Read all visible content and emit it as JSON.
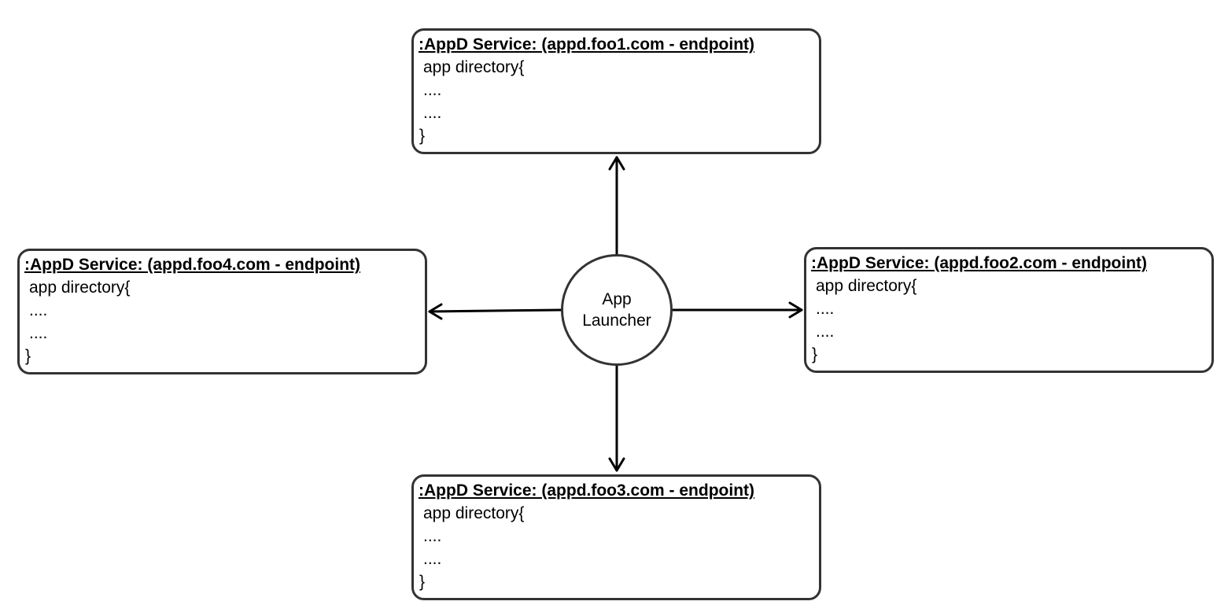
{
  "launcher": {
    "label": "App Launcher"
  },
  "services": {
    "top": {
      "title": ":AppD Service: (appd.foo1.com - endpoint)",
      "line1": "app directory{",
      "line2": "....",
      "line3": "....",
      "line4": "}"
    },
    "right": {
      "title": ":AppD Service: (appd.foo2.com - endpoint)",
      "line1": "app directory{",
      "line2": "....",
      "line3": "....",
      "line4": "}"
    },
    "bottom": {
      "title": ":AppD Service: (appd.foo3.com - endpoint)",
      "line1": "app directory{",
      "line2": "....",
      "line3": "....",
      "line4": "}"
    },
    "left": {
      "title": ":AppD Service: (appd.foo4.com - endpoint)",
      "line1": "app directory{",
      "line2": "....",
      "line3": "....",
      "line4": "}"
    }
  },
  "colors": {
    "stroke": "#000000",
    "border": "#333333",
    "background": "#ffffff"
  }
}
